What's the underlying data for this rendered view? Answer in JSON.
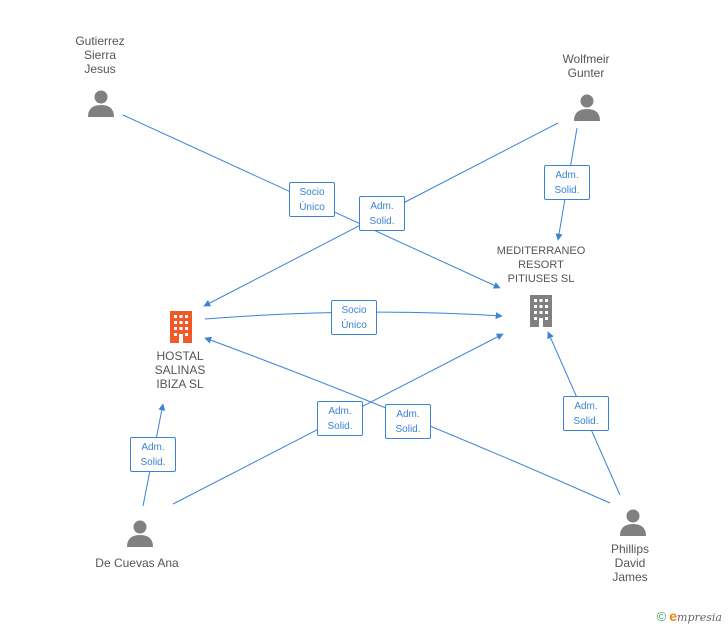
{
  "colors": {
    "edge": "#3b83d6",
    "person": "#808080",
    "company_main": "#f05a28",
    "company": "#808080"
  },
  "nodes": {
    "gutierrez": {
      "label": "Gutierrez\nSierra\nJesus",
      "icon": "person-icon"
    },
    "wolfmeir": {
      "label": "Wolfmeir\nGunter",
      "icon": "person-icon"
    },
    "mediterraneo": {
      "label": "MEDITERRANEO\nRESORT\nPITIUSES SL",
      "icon": "building-icon"
    },
    "hostal": {
      "label": "HOSTAL\nSALINAS\nIBIZA SL",
      "icon": "building-icon"
    },
    "decuevas": {
      "label": "De Cuevas Ana",
      "icon": "person-icon"
    },
    "phillips": {
      "label": "Phillips\nDavid\nJames",
      "icon": "person-icon"
    }
  },
  "edges": {
    "gutierrez_mediterraneo": "Socio\nÚnico",
    "wolfmeir_hostal": "Adm.\nSolid.",
    "wolfmeir_mediterraneo": "Adm.\nSolid.",
    "hostal_mediterraneo": "Socio\nÚnico",
    "decuevas_mediterraneo": "Adm.\nSolid.",
    "phillips_hostal": "Adm.\nSolid.",
    "phillips_mediterraneo": "Adm.\nSolid.",
    "decuevas_hostal": "Adm.\nSolid."
  },
  "footer": {
    "copyright": "©",
    "brand_initial": "e",
    "brand_rest": "mpresia"
  }
}
